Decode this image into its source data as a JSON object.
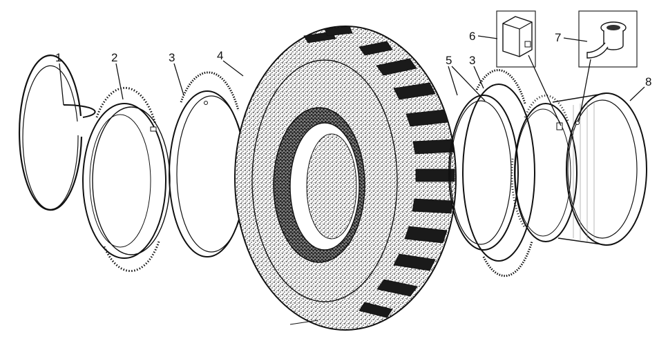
{
  "parts": [
    {
      "id": "1",
      "label": "1"
    },
    {
      "id": "2",
      "label": "2"
    },
    {
      "id": "3a",
      "label": "3"
    },
    {
      "id": "4",
      "label": "4"
    },
    {
      "id": "5",
      "label": "5"
    },
    {
      "id": "3b",
      "label": "3"
    },
    {
      "id": "6",
      "label": "6"
    },
    {
      "id": "7",
      "label": "7"
    },
    {
      "id": "8",
      "label": "8"
    }
  ],
  "colors": {
    "ink": "#111111",
    "tread": "#1a1a1a",
    "paper": "#ffffff"
  }
}
